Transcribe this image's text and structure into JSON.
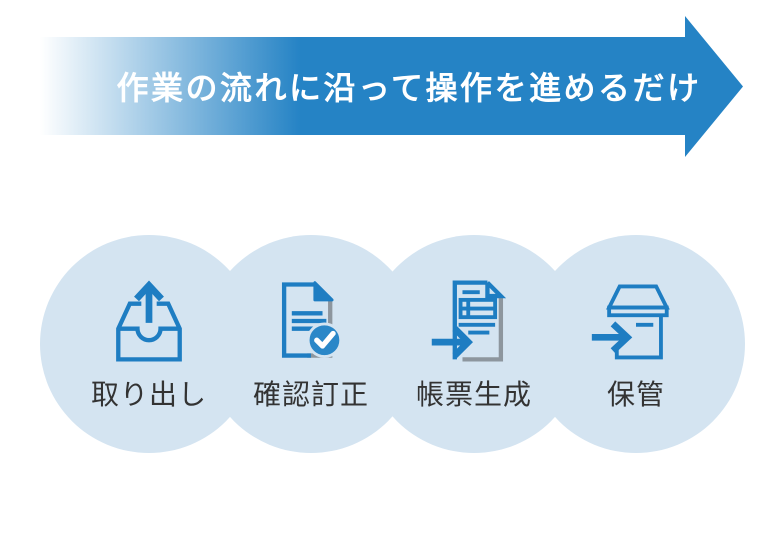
{
  "banner": {
    "title": "作業の流れに沿って操作を進めるだけ"
  },
  "steps": [
    {
      "label": "取り出し",
      "icon": "inbox-up-arrow-icon"
    },
    {
      "label": "確認訂正",
      "icon": "document-check-icon"
    },
    {
      "label": "帳票生成",
      "icon": "document-generate-arrow-icon"
    },
    {
      "label": "保管",
      "icon": "storage-box-arrow-icon"
    }
  ],
  "colors": {
    "banner_blue": "#2583c5",
    "banner_gradient_start": "#ffffff",
    "circle_background": "#d4e4f1",
    "icon_blue": "#1e7dc2",
    "icon_gray": "#8d969e",
    "check_badge_blue": "#2a87c8",
    "checkmark_white": "#ffffff",
    "label_text": "#333333"
  }
}
